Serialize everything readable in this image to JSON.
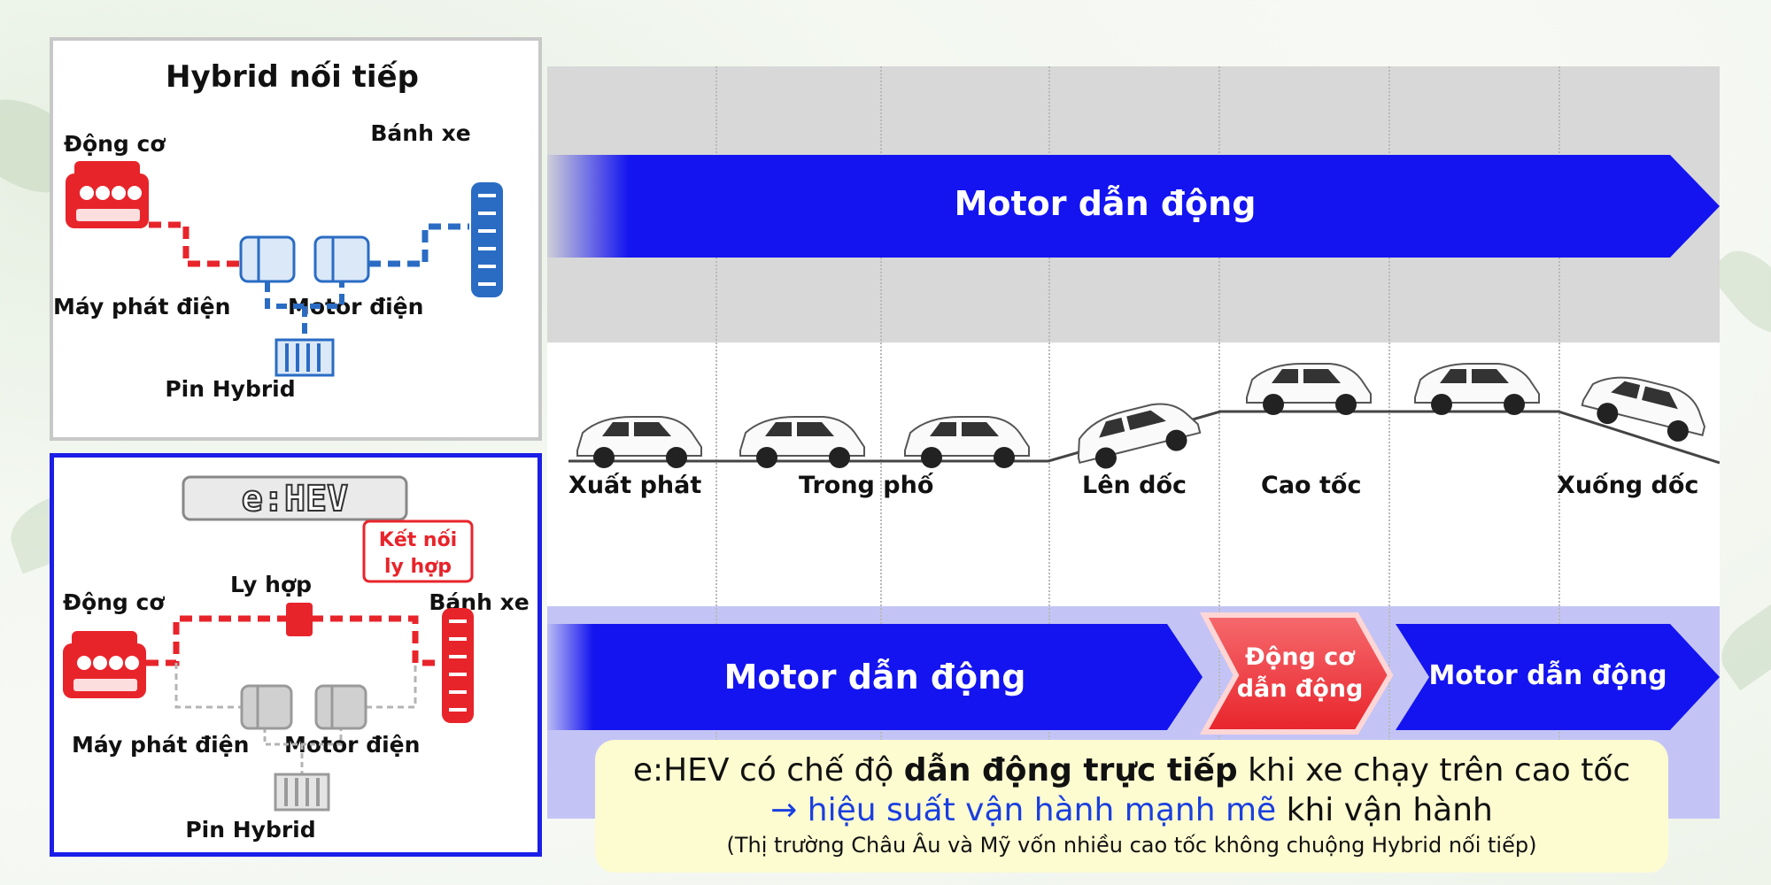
{
  "series_panel": {
    "title": "Hybrid nối tiếp",
    "engine": "Động cơ",
    "wheel": "Bánh xe",
    "generator": "Máy phát điện",
    "motor": "Motor điện",
    "battery": "Pin Hybrid"
  },
  "ehev_panel": {
    "logo": "e:HEV",
    "clutch_connect_line1": "Kết nối",
    "clutch_connect_line2": "ly hợp",
    "clutch": "Ly hợp",
    "engine": "Động cơ",
    "wheel": "Bánh xe",
    "generator": "Máy phát điện",
    "motor": "Motor điện",
    "battery": "Pin Hybrid"
  },
  "top_arrow": {
    "label": "Motor dẫn động"
  },
  "bottom_arrows": {
    "left": "Motor dẫn động",
    "middle_line1": "Động cơ",
    "middle_line2": "dẫn động",
    "right": "Motor dẫn động"
  },
  "scenes": [
    "Xuất phát",
    "Trong phố",
    "Lên dốc",
    "Cao tốc",
    "Xuống dốc"
  ],
  "note": {
    "line1_pre": "e:HEV có chế độ ",
    "line1_bold": "dẫn động trực tiếp",
    "line1_post": " khi xe chạy trên cao tốc",
    "line2_blue": "→ hiệu suất vận hành mạnh mẽ",
    "line2_post": " khi vận hành",
    "line3": "(Thị trường Châu Âu và Mỹ vốn nhiều cao tốc không chuộng Hybrid nối tiếp)"
  },
  "colors": {
    "blue": "#1414f0",
    "red": "#e8242b",
    "band_top": "#d8d8d8",
    "band_bottom": "#c3c4f5",
    "note_bg": "#fdfbd0"
  }
}
